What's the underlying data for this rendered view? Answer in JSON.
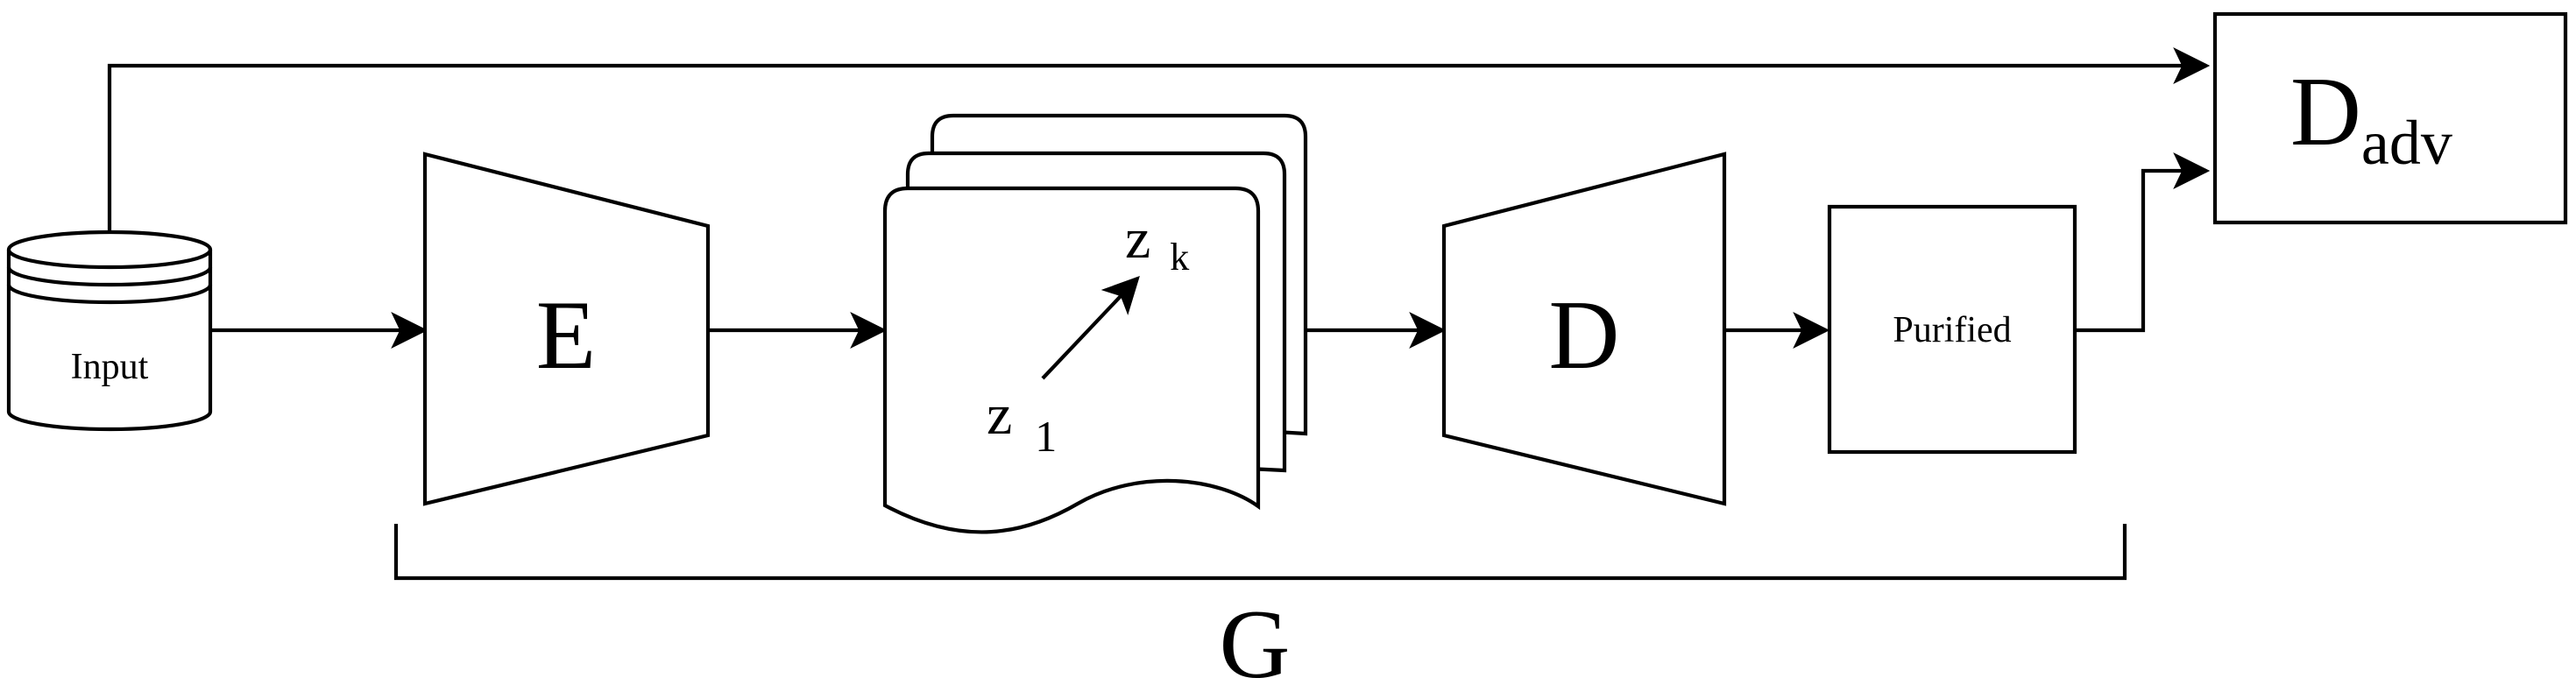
{
  "diagram": {
    "input_label": "Input",
    "encoder_label": "E",
    "latent_label_1": "z",
    "latent_sub_1": "1",
    "latent_label_k": "z",
    "latent_sub_k": "k",
    "decoder_label": "D",
    "purified_label": "Purified",
    "discriminator_label": "D",
    "discriminator_sub": "adv",
    "generator_label": "G"
  }
}
